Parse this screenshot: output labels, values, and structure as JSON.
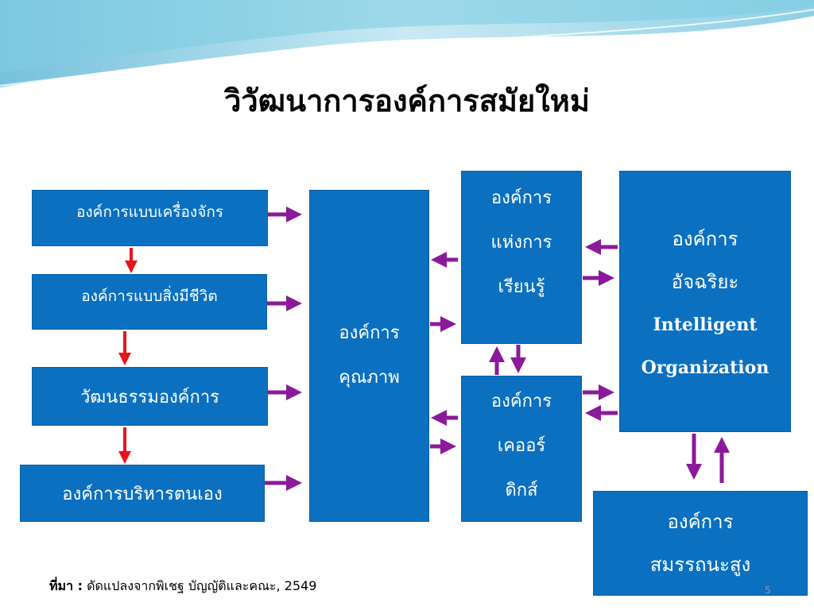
{
  "title": "วิวัฒนาการองค์การสมัยใหม่",
  "boxes": {
    "machine": "องค์การแบบเครื่องจักร",
    "organism": "องค์การแบบสิ่งมีชีวิต",
    "culture": "วัฒนธรรมองค์การ",
    "self_managed": "องค์การบริหารตนเอง",
    "quality": [
      "องค์การ",
      "คุณภาพ"
    ],
    "learning": [
      "องค์การ",
      "แห่งการ",
      "เรียนรู้"
    ],
    "chaordic": [
      "องค์การ",
      "เคออร์",
      "ดิกส์"
    ],
    "intelligent": [
      "องค์การ",
      "อัจฉริยะ",
      "Intelligent",
      "Organization"
    ],
    "high_performance": [
      "องค์การ",
      "สมรรถนะสูง"
    ]
  },
  "source": {
    "label": "ที่มา :",
    "text": "ดัดแปลงจากพิเชฐ บัญญัติและคณะ",
    "year": ", 2549"
  },
  "page_number": "5",
  "colors": {
    "box_fill": "#0b70c0",
    "arrow_purple": "#8b1a9a",
    "arrow_red": "#e8141c"
  }
}
